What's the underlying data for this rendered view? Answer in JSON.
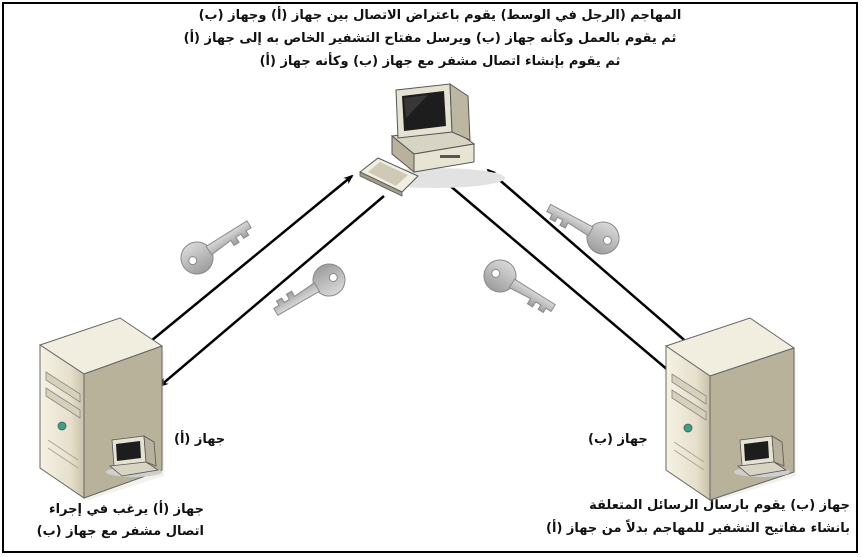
{
  "header": {
    "line1": "المهاجم (الرجل في الوسط) يقوم باعتراض الاتصال بين جهاز (أ) وجهاز (ب)",
    "line2": "ثم يقوم بالعمل وكأنه جهاز (ب) ويرسل مفتاح التشفير الخاص به إلى جهاز (أ)",
    "line3": "ثم يقوم بإنشاء اتصال مشفر مع جهاز (ب) وكأنه جهاز (أ)"
  },
  "device_a": {
    "label": "جهاز (أ)",
    "caption1": "جهاز (أ) يرغب في إجراء",
    "caption2": "اتصال مشفر مع جهاز (ب)"
  },
  "device_b": {
    "label": "جهاز (ب)",
    "caption1": "جهاز (ب) يقوم بارسال الرسائل المتعلقة",
    "caption2": "بانشاء مفاتيح التشفير للمهاجم بدلاً من جهاز (أ)"
  },
  "colors": {
    "tower_light": "#eeeadb",
    "tower_dark": "#b8b19a",
    "key_gray": "#bdbdbd",
    "arrow": "#000000"
  }
}
